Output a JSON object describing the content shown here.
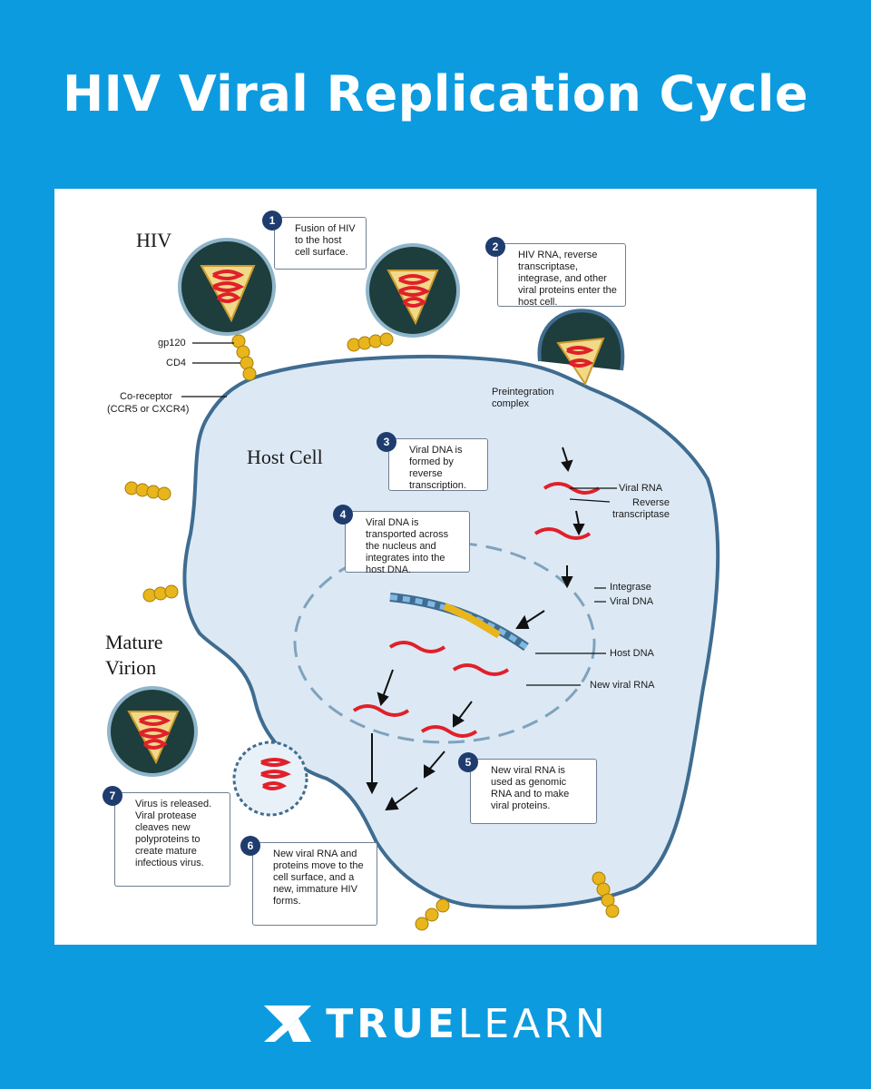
{
  "title": "HIV Viral Replication Cycle",
  "labels": {
    "hiv": "HIV",
    "host_cell": "Host Cell",
    "mature_virion": "Mature Virion",
    "gp120": "gp120",
    "cd4": "CD4",
    "coreceptor": "Co-receptor",
    "coreceptor_sub": "(CCR5 or CXCR4)",
    "preintegration": "Preintegration complex",
    "viral_rna": "Viral RNA",
    "reverse_transcriptase": "Reverse transcriptase",
    "integrase": "Integrase",
    "viral_dna": "Viral DNA",
    "host_dna": "Host DNA",
    "new_viral_rna": "New viral RNA"
  },
  "steps": [
    {
      "num": "1",
      "text": "Fusion of HIV to the host cell surface."
    },
    {
      "num": "2",
      "text": "HIV RNA, reverse transcriptase, integrase, and other viral proteins enter the host cell."
    },
    {
      "num": "3",
      "text": "Viral DNA is formed by reverse transcription."
    },
    {
      "num": "4",
      "text": "Viral DNA is transported across the nucleus and integrates into the host DNA."
    },
    {
      "num": "5",
      "text": "New viral RNA is used as genomic RNA and to make viral proteins."
    },
    {
      "num": "6",
      "text": "New viral RNA and proteins move to the cell surface, and a new, immature HIV forms."
    },
    {
      "num": "7",
      "text": "Virus is released. Viral protease cleaves new polyproteins to create mature infectious virus."
    }
  ],
  "brand": {
    "bold": "TRUE",
    "light": "LEARN"
  },
  "colors": {
    "background": "#0d9be0",
    "cell_fill": "#dce9f5",
    "cell_border": "#3f6c90",
    "badge": "#1f3c6e",
    "rna": "#e0202a",
    "receptor": "#e8b51c"
  }
}
